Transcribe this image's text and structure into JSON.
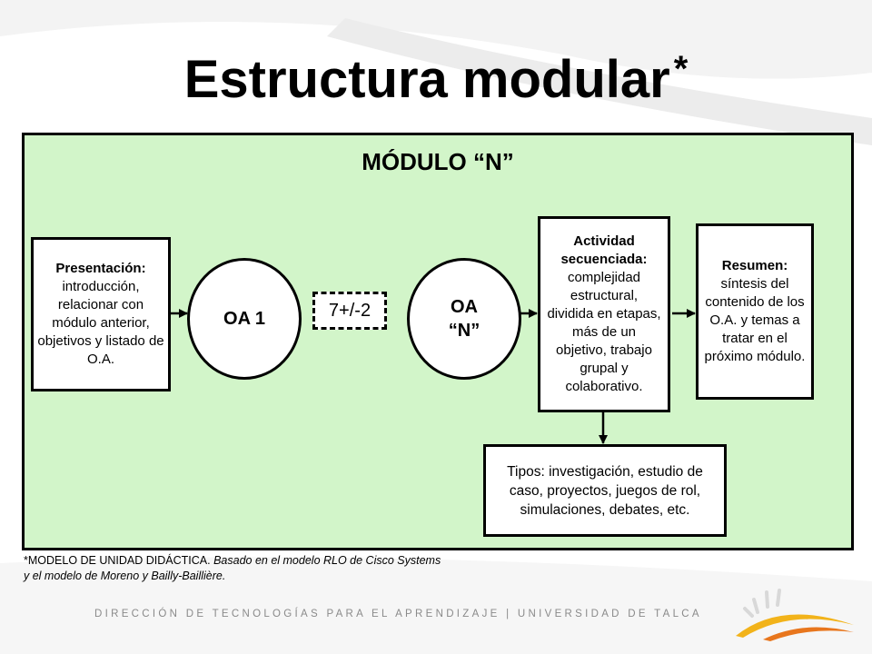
{
  "slide": {
    "title": "Estructura modular",
    "title_star": "*"
  },
  "module": {
    "title": "MÓDULO “N”"
  },
  "boxes": {
    "presentation": {
      "heading": "Presentación:",
      "text": "introducción, relacionar con módulo anterior, objetivos y listado de O.A."
    },
    "oa1": "OA 1",
    "range": "7+/-2",
    "oan_line1": "OA",
    "oan_line2": "“N”",
    "activity": {
      "heading": "Actividad secuenciada:",
      "text": "complejidad estructural, dividida en etapas, más de un objetivo, trabajo grupal y colaborativo."
    },
    "summary": {
      "heading": "Resumen:",
      "text": "síntesis del contenido de los O.A. y temas a tratar en el próximo módulo."
    },
    "types": {
      "text": "Tipos: investigación, estudio de caso, proyectos, juegos de rol, simulaciones, debates, etc."
    }
  },
  "footnote": {
    "prefix": "*MODELO DE UNIDAD DIDÁCTICA.",
    "italic": "Basado en el modelo RLO de Cisco Systems y el modelo de Moreno y Bailly-Baillière."
  },
  "footer": {
    "text": "DIRECCIÓN DE TECNOLOGÍAS PARA EL APRENDIZAJE | UNIVERSIDAD DE TALCA"
  },
  "colors": {
    "panel": "#d2f5c9",
    "logo_yellow": "#f2b31a",
    "logo_orange": "#e8761d",
    "footer_gray": "#8a8a8a"
  }
}
